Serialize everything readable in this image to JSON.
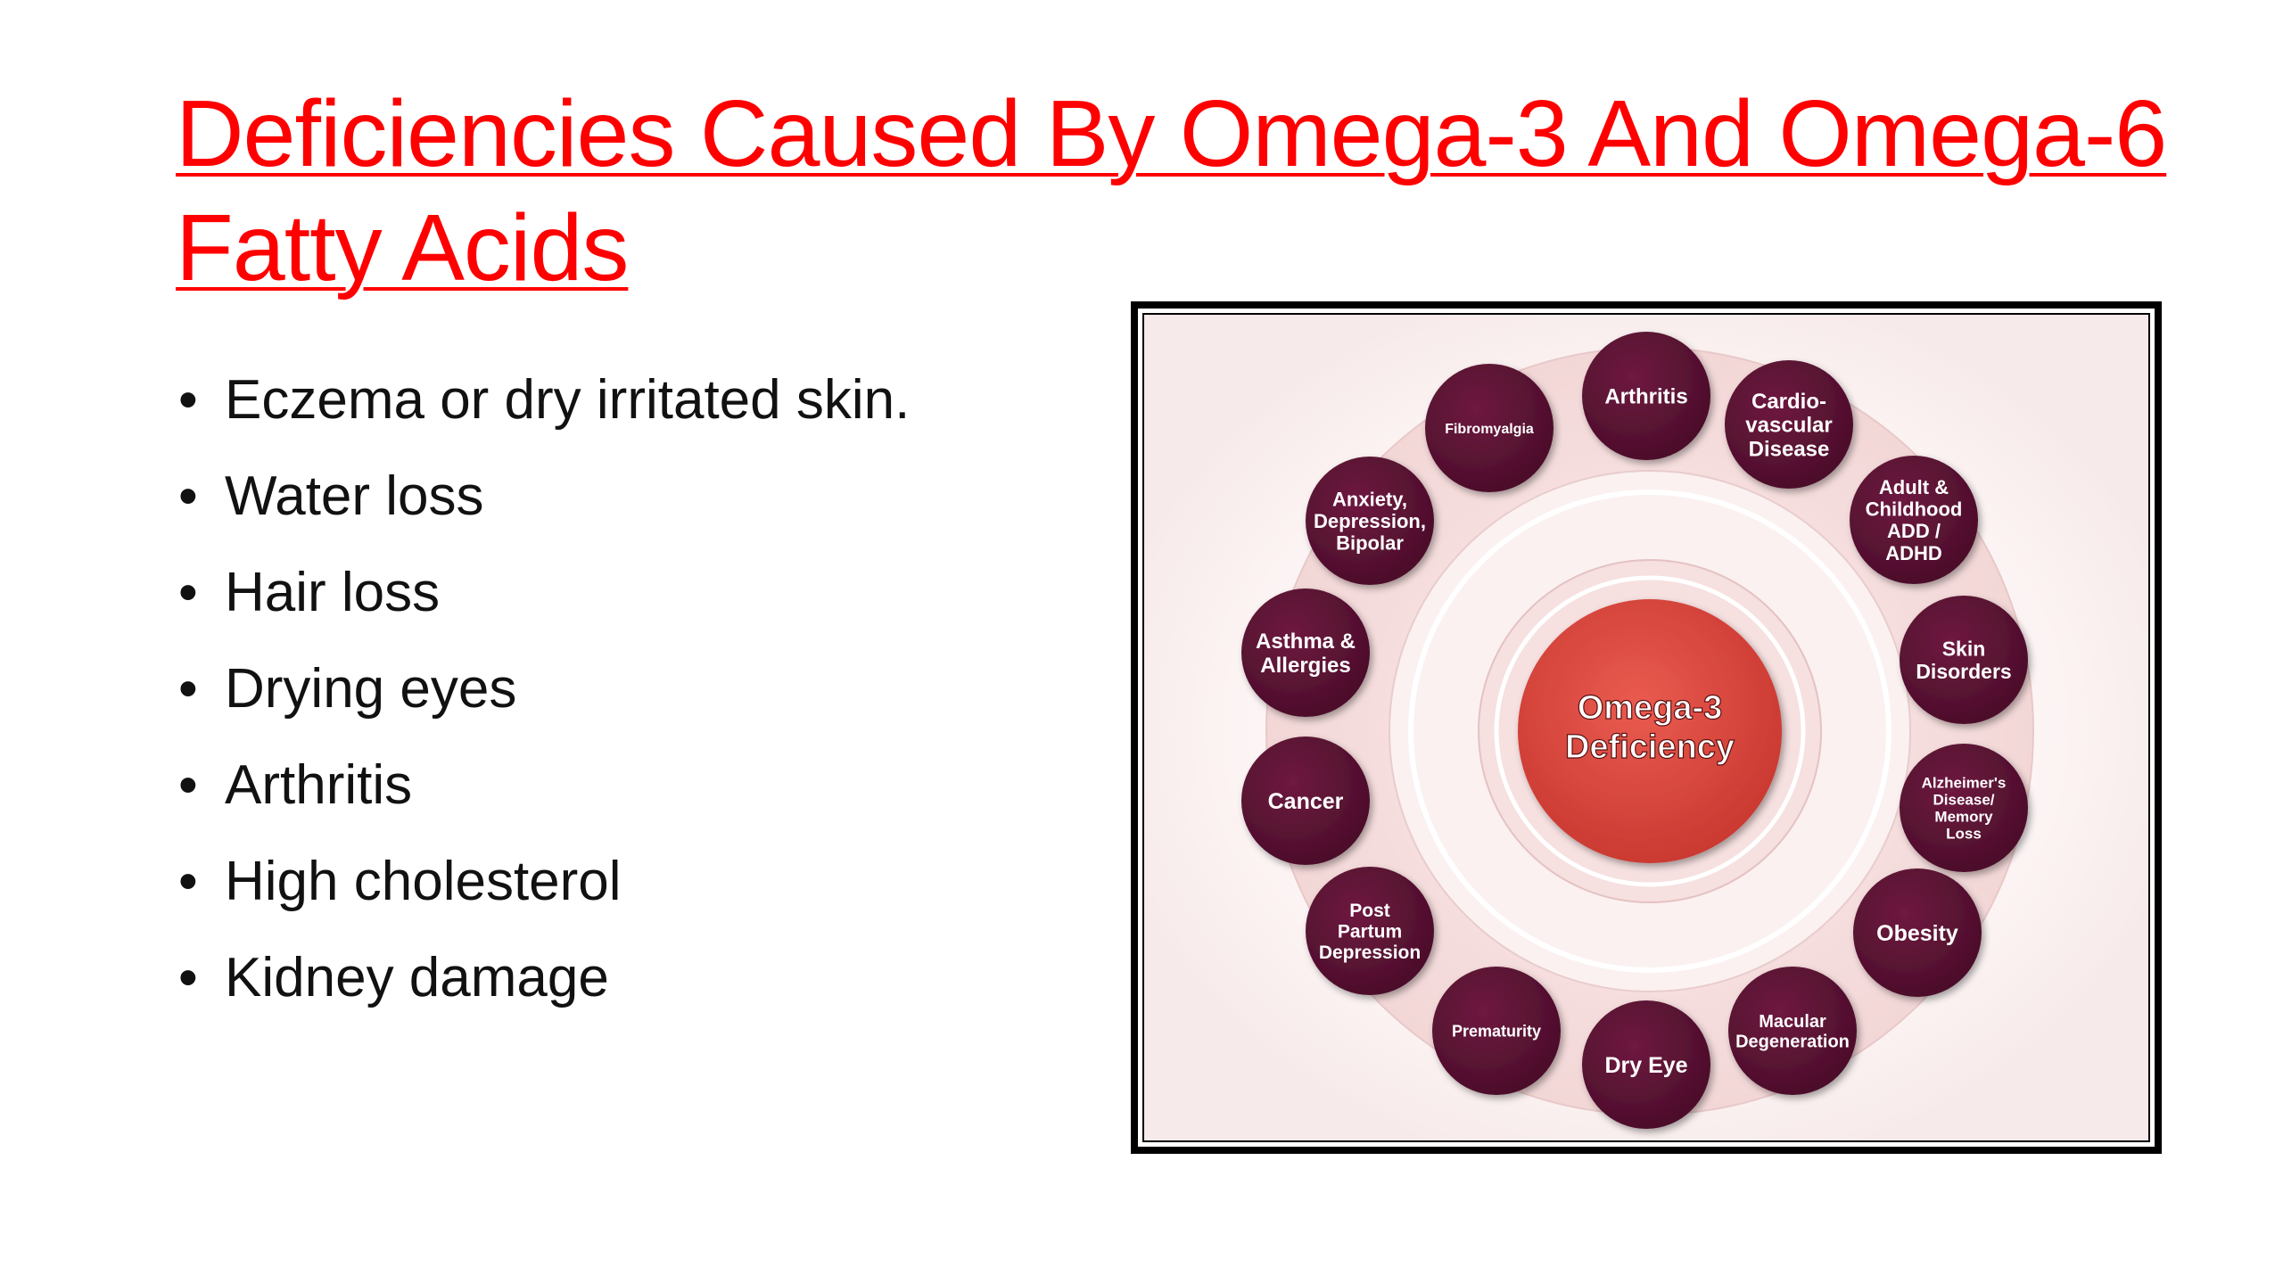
{
  "slide": {
    "title": "Deficiencies Caused By Omega-3 And Omega-6 Fatty Acids",
    "bullets": [
      "Eczema or dry irritated skin.",
      "Water loss",
      "Hair loss",
      "Drying eyes",
      "Arthritis",
      "High cholesterol",
      "Kidney damage"
    ]
  },
  "diagram": {
    "center": [
      "Omega-3",
      "Deficiency"
    ],
    "nodes": [
      [
        "Arthritis"
      ],
      [
        "Cardio-",
        "vascular",
        "Disease"
      ],
      [
        "Adult &",
        "Childhood",
        "ADD /",
        "ADHD"
      ],
      [
        "Skin",
        "Disorders"
      ],
      [
        "Alzheimer's",
        "Disease/",
        "Memory",
        "Loss"
      ],
      [
        "Obesity"
      ],
      [
        "Macular",
        "Degeneration"
      ],
      [
        "Dry Eye"
      ],
      [
        "Prematurity"
      ],
      [
        "Post",
        "Partum",
        "Depression"
      ],
      [
        "Cancer"
      ],
      [
        "Asthma &",
        "Allergies"
      ],
      [
        "Anxiety,",
        "Depression,",
        "Bipolar"
      ],
      [
        "Fibromyalgia"
      ]
    ],
    "colors": {
      "node": "#5b1133",
      "center": "#d9443b",
      "ring": "#f5dede",
      "title": "#ff0000"
    }
  }
}
